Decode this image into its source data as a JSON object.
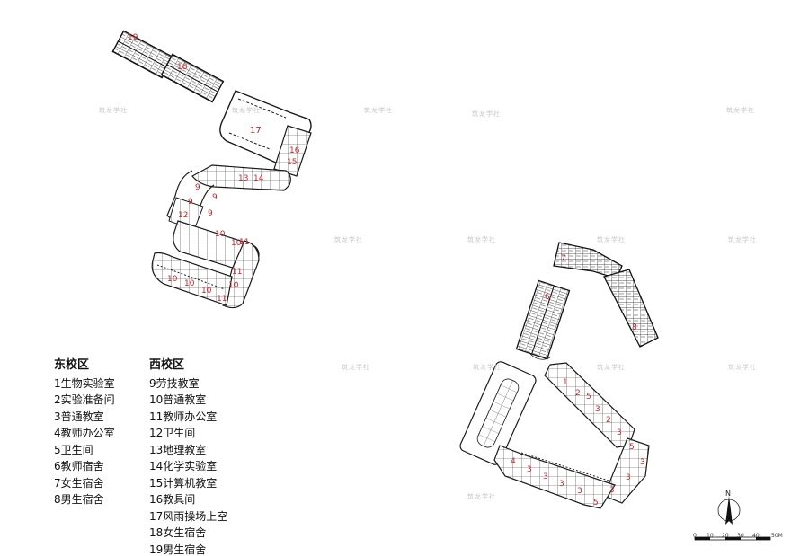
{
  "legend_east": {
    "title": "东校区",
    "items": [
      "1生物实验室",
      "2实验准备间",
      "3普通教室",
      "4教师办公室",
      "5卫生间",
      "6教师宿舍",
      "7女生宿舍",
      "8男生宿舍"
    ]
  },
  "legend_west": {
    "title": "西校区",
    "items": [
      "9劳技教室",
      "10普通教室",
      "11教师办公室",
      "12卫生间",
      "13地理教室",
      "14化学实验室",
      "15计算机教室",
      "16教具间",
      "17风雨操场上空",
      "18女生宿舍",
      "19男生宿舍"
    ]
  },
  "plan_labels": {
    "l19": "19",
    "l18": "18",
    "l17": "17",
    "l16": "16",
    "l15": "15",
    "l14": "14",
    "l13": "13",
    "l9a": "9",
    "l9b": "9",
    "l9c": "9",
    "l9d": "9",
    "l12": "12",
    "l10a": "10",
    "l10b": "10",
    "l10c": "10",
    "l10d": "10",
    "l10e": "10",
    "l10f": "10",
    "l11a": "11",
    "l11b": "11",
    "l11c": "11",
    "e7": "7",
    "e6": "6",
    "e8": "8",
    "e1": "1",
    "e2a": "2",
    "e2b": "2",
    "e5a": "5",
    "e5b": "5",
    "e3a": "3",
    "e3b": "3",
    "e3c": "3",
    "e4": "4",
    "e3d": "3",
    "e3e": "3",
    "e3f": "3",
    "e3g": "3",
    "e5c": "5",
    "e3h": "3",
    "e3i": "3"
  },
  "north": "N",
  "scale": {
    "ticks": [
      "0",
      "10",
      "20",
      "30",
      "40"
    ],
    "unit": "50M"
  },
  "watermark": "筑龙学社",
  "colors": {
    "label": "#c0272d",
    "line": "#1a1a1a",
    "hatch": "#444444"
  }
}
